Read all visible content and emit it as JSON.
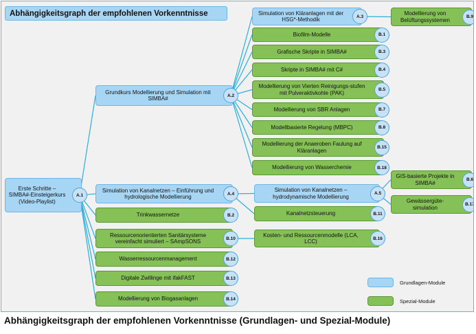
{
  "title": "Abhängigkeitsgraph der empfohlenen Vorkenntnisse",
  "caption": "Abhängigkeitsgraph der empfohlenen Vorkenntnisse (Grundlagen- und Spezial-Module)",
  "legend": {
    "grundlagen": "Grundlagen-Module",
    "spezial": "Spezial-Module"
  },
  "colors": {
    "grundlagen_fill": "#a7d6f5",
    "spezial_fill": "#86c157",
    "connector": "#2aaee0"
  },
  "nodes": [
    {
      "id": "A.1",
      "type": "grundlagen",
      "text": "Erste Schritte – SIMBA#-Einsteigerkurs (Video-Playlist)"
    },
    {
      "id": "A.2",
      "type": "grundlagen",
      "text": "Grundkurs Modellierung und Simulation mit SIMBA#"
    },
    {
      "id": "A.3",
      "type": "grundlagen",
      "text": "Simulation von Kläranlagen mit der HSG*-Methodik"
    },
    {
      "id": "A.4",
      "type": "grundlagen",
      "text": "Simulation von Kanalnetzen – Einführung und hydrologische Modellierung"
    },
    {
      "id": "A.5",
      "type": "grundlagen",
      "text": "Simulation von Kanalnetzen – hydrodynamische Modellierung"
    },
    {
      "id": "B.1",
      "type": "spezial",
      "text": "Biofilm-Modelle"
    },
    {
      "id": "B.2",
      "type": "spezial",
      "text": "Trinkwassernetze"
    },
    {
      "id": "B.3",
      "type": "spezial",
      "text": "Grafische Skripte in SIMBA#"
    },
    {
      "id": "B.4",
      "type": "spezial",
      "text": "Skripte in SIMBA# mit C#"
    },
    {
      "id": "B.5",
      "type": "spezial",
      "text": "Modellierung von Vierten Reinigungs-stufen mit Pulveraktivkohle (PAK)"
    },
    {
      "id": "B.6",
      "type": "spezial",
      "text": "GIS-basierte Projekte in SIMBA#"
    },
    {
      "id": "B.7",
      "type": "spezial",
      "text": "Modellierung von SBR Anlagen"
    },
    {
      "id": "B.8",
      "type": "spezial",
      "text": "Modellbasierte Regelung (MBPC)"
    },
    {
      "id": "B.9",
      "type": "spezial",
      "text": "Modellierung von Belüftungssystemen"
    },
    {
      "id": "B.10",
      "type": "spezial",
      "text": "Ressourcenorientierten Sanitärsysteme vereinfacht simuliert – SAmpSONS"
    },
    {
      "id": "B.11",
      "type": "spezial",
      "text": "Kanalnetzsteuerung"
    },
    {
      "id": "B.12",
      "type": "spezial",
      "text": "Wasserressourcenmanagement"
    },
    {
      "id": "B.13",
      "type": "spezial",
      "text": "Digitale Zwillinge mit ifakFAST"
    },
    {
      "id": "B.14",
      "type": "spezial",
      "text": "Modellierung von Biogasanlagen"
    },
    {
      "id": "B.15",
      "type": "spezial",
      "text": "Modellierung der Anaeroben Faulung auf Kläranlagen"
    },
    {
      "id": "B.16",
      "type": "spezial",
      "text": "Kosten- und Ressourcenmodelle (LCA, LCC)"
    },
    {
      "id": "B.17",
      "type": "spezial",
      "text": "Gewässergüte-simulation"
    },
    {
      "id": "B.18",
      "type": "spezial",
      "text": "Modellierung von Wasserchemie"
    }
  ],
  "edges": [
    [
      "A.1",
      "A.2"
    ],
    [
      "A.1",
      "A.4"
    ],
    [
      "A.1",
      "B.2"
    ],
    [
      "A.1",
      "B.10"
    ],
    [
      "A.1",
      "B.12"
    ],
    [
      "A.1",
      "B.13"
    ],
    [
      "A.1",
      "B.14"
    ],
    [
      "A.2",
      "A.3"
    ],
    [
      "A.2",
      "B.1"
    ],
    [
      "A.2",
      "B.3"
    ],
    [
      "A.2",
      "B.4"
    ],
    [
      "A.2",
      "B.5"
    ],
    [
      "A.2",
      "B.7"
    ],
    [
      "A.2",
      "B.8"
    ],
    [
      "A.2",
      "B.15"
    ],
    [
      "A.2",
      "B.18"
    ],
    [
      "A.3",
      "B.9"
    ],
    [
      "A.4",
      "A.5"
    ],
    [
      "A.4",
      "B.11"
    ],
    [
      "A.5",
      "B.6"
    ],
    [
      "A.5",
      "B.17"
    ],
    [
      "B.10",
      "B.16"
    ]
  ]
}
